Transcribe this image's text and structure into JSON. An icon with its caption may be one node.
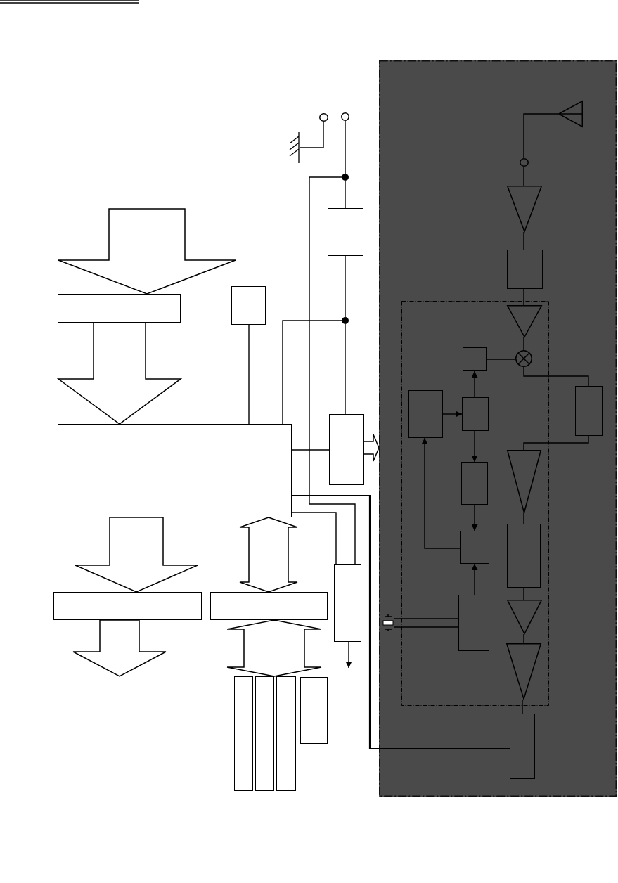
{
  "diagram": {
    "nodes": [
      {
        "text": [],
        "shape": "box"
      },
      {
        "text": [],
        "shape": "box"
      },
      {
        "text": [],
        "shape": "box"
      },
      {
        "text": [],
        "shape": "box"
      },
      {
        "text": [],
        "shape": "box"
      },
      {
        "text": [],
        "shape": "bar"
      },
      {
        "text": [],
        "shape": "bar"
      },
      {
        "text": [],
        "shape": "bar"
      },
      {
        "text": [],
        "shape": "box"
      },
      {
        "text": [],
        "shape": "box"
      },
      {
        "text": [],
        "shape": "box"
      },
      {
        "text": [],
        "shape": "box"
      },
      {
        "text": [],
        "shape": "circle"
      },
      {
        "text": [],
        "shape": "circle"
      },
      {
        "text": [],
        "shape": "ground"
      },
      {
        "text": [],
        "shape": "dot"
      },
      {
        "text": [],
        "shape": "dot"
      },
      {
        "text": [],
        "shape": "panel"
      },
      {
        "text": [],
        "shape": "antenna",
        "in": 17
      },
      {
        "text": [],
        "shape": "circle",
        "in": 17
      },
      {
        "text": [],
        "shape": "triangle",
        "in": 17
      },
      {
        "text": [],
        "shape": "box",
        "in": 17
      },
      {
        "text": [],
        "shape": "frame",
        "in": 17
      },
      {
        "text": [],
        "shape": "triangle",
        "in": 22
      },
      {
        "text": [],
        "shape": "mixer",
        "in": 22
      },
      {
        "text": [],
        "shape": "box",
        "in": 22
      },
      {
        "text": [],
        "shape": "box",
        "in": 22
      },
      {
        "text": [],
        "shape": "box",
        "in": 22
      },
      {
        "text": [],
        "shape": "box",
        "in": 22
      },
      {
        "text": [],
        "shape": "box",
        "in": 22
      },
      {
        "text": [],
        "shape": "box",
        "in": 22
      },
      {
        "text": [],
        "shape": "box",
        "in": 17
      },
      {
        "text": [],
        "shape": "triangle",
        "in": 22
      },
      {
        "text": [],
        "shape": "box",
        "in": 22
      },
      {
        "text": [],
        "shape": "triangle",
        "in": 22
      },
      {
        "text": [],
        "shape": "triangle",
        "in": 22
      },
      {
        "text": [],
        "shape": "box",
        "in": 17
      },
      {
        "text": [],
        "shape": "crystal",
        "in": 17
      }
    ],
    "edges": [
      {
        "from": null,
        "to": 0,
        "arrow": "to"
      },
      {
        "from": 0,
        "to": 2,
        "arrow": "to"
      },
      {
        "from": 2,
        "to": 3,
        "arrow": "to"
      },
      {
        "from": 2,
        "to": 4,
        "arrow": "both"
      },
      {
        "from": 3,
        "to": null,
        "arrow": "to"
      },
      {
        "from": 4,
        "to": 5,
        "arrow": "both"
      },
      {
        "from": 4,
        "to": 6,
        "arrow": "both"
      },
      {
        "from": 4,
        "to": 7,
        "arrow": "both"
      },
      {
        "from": 4,
        "to": 8,
        "arrow": "both"
      },
      {
        "from": 12,
        "to": 14,
        "arrow": "none"
      },
      {
        "from": 13,
        "to": 15,
        "arrow": "none"
      },
      {
        "from": 15,
        "to": 9,
        "arrow": "none"
      },
      {
        "from": 9,
        "to": 16,
        "arrow": "none"
      },
      {
        "from": 16,
        "to": 10,
        "arrow": "none"
      },
      {
        "from": 15,
        "to": 11,
        "arrow": "none"
      },
      {
        "from": 16,
        "to": 2,
        "arrow": "none"
      },
      {
        "from": 1,
        "to": 2,
        "arrow": "none"
      },
      {
        "from": 2,
        "to": 10,
        "arrow": "none"
      },
      {
        "from": 2,
        "to": 11,
        "arrow": "none"
      },
      {
        "from": 2,
        "to": 36,
        "arrow": "none"
      },
      {
        "from": 10,
        "to": 17,
        "arrow": "to"
      },
      {
        "from": 11,
        "to": null,
        "arrow": "to"
      },
      {
        "from": 19,
        "to": 18,
        "arrow": "none"
      },
      {
        "from": 19,
        "to": 20,
        "arrow": "none"
      },
      {
        "from": 20,
        "to": 21,
        "arrow": "none"
      },
      {
        "from": 21,
        "to": 23,
        "arrow": "none"
      },
      {
        "from": 23,
        "to": 24,
        "arrow": "none"
      },
      {
        "from": 25,
        "to": 24,
        "arrow": "none"
      },
      {
        "from": 24,
        "to": 31,
        "arrow": "none"
      },
      {
        "from": 31,
        "to": 32,
        "arrow": "none"
      },
      {
        "from": 27,
        "to": 25,
        "arrow": "to"
      },
      {
        "from": 26,
        "to": 27,
        "arrow": "to"
      },
      {
        "from": 27,
        "to": 28,
        "arrow": "to"
      },
      {
        "from": 28,
        "to": 29,
        "arrow": "to"
      },
      {
        "from": 29,
        "to": 26,
        "arrow": "to"
      },
      {
        "from": 30,
        "to": 29,
        "arrow": "to"
      },
      {
        "from": 32,
        "to": 33,
        "arrow": "none"
      },
      {
        "from": 33,
        "to": 34,
        "arrow": "none"
      },
      {
        "from": 34,
        "to": 35,
        "arrow": "none"
      },
      {
        "from": 35,
        "to": 36,
        "arrow": "none"
      },
      {
        "from": 37,
        "to": 30,
        "arrow": "none"
      },
      {
        "from": 37,
        "to": 30,
        "arrow": "none"
      }
    ]
  }
}
